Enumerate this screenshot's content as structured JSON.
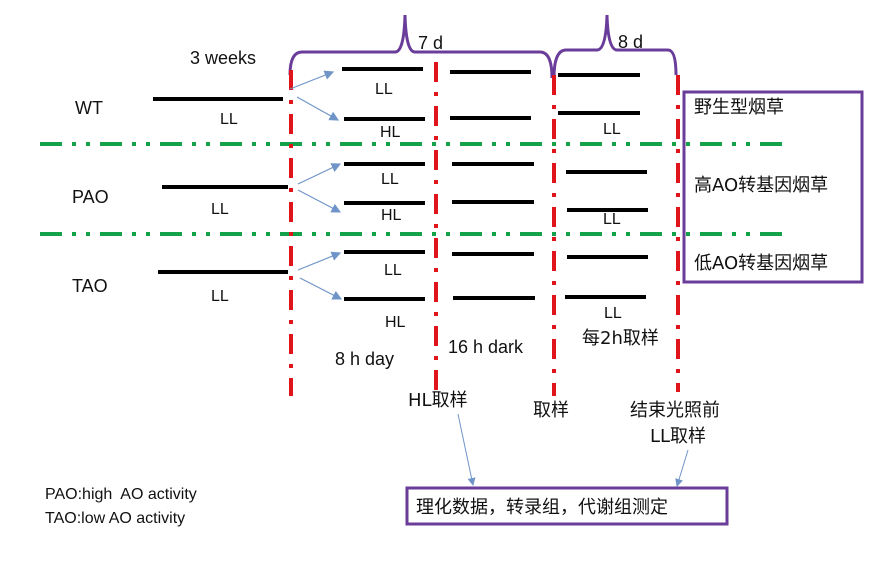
{
  "durations": {
    "growth": "3 weeks",
    "phase1": "7 d",
    "phase2": "8 d"
  },
  "groups": [
    "WT",
    "PAO",
    "TAO"
  ],
  "initial_light": [
    "LL",
    "LL",
    "LL"
  ],
  "treatment_labels": [
    "LL",
    "HL",
    "LL",
    "HL",
    "LL",
    "HL"
  ],
  "recovery_labels": [
    "LL",
    "LL",
    "LL"
  ],
  "cycle": {
    "day": "8 h day",
    "dark": "16 h dark"
  },
  "sampling": {
    "hl": "HL取样",
    "mid": "取样",
    "every2h": "每2h取样",
    "end_line1": "结束光照前",
    "end_line2": "LL取样"
  },
  "legend_box": [
    "野生型烟草",
    "高AO转基因烟草",
    "低AO转基因烟草"
  ],
  "abbreviations": [
    "PAO:high  AO activity",
    "TAO:low AO activity"
  ],
  "result_box": "理化数据，转录组，代谢组测定",
  "colors": {
    "sampling_line": "#e0141b",
    "group_divider": "#13a24a",
    "brace": "#6a3d9a",
    "arrow": "#6f95c8"
  }
}
